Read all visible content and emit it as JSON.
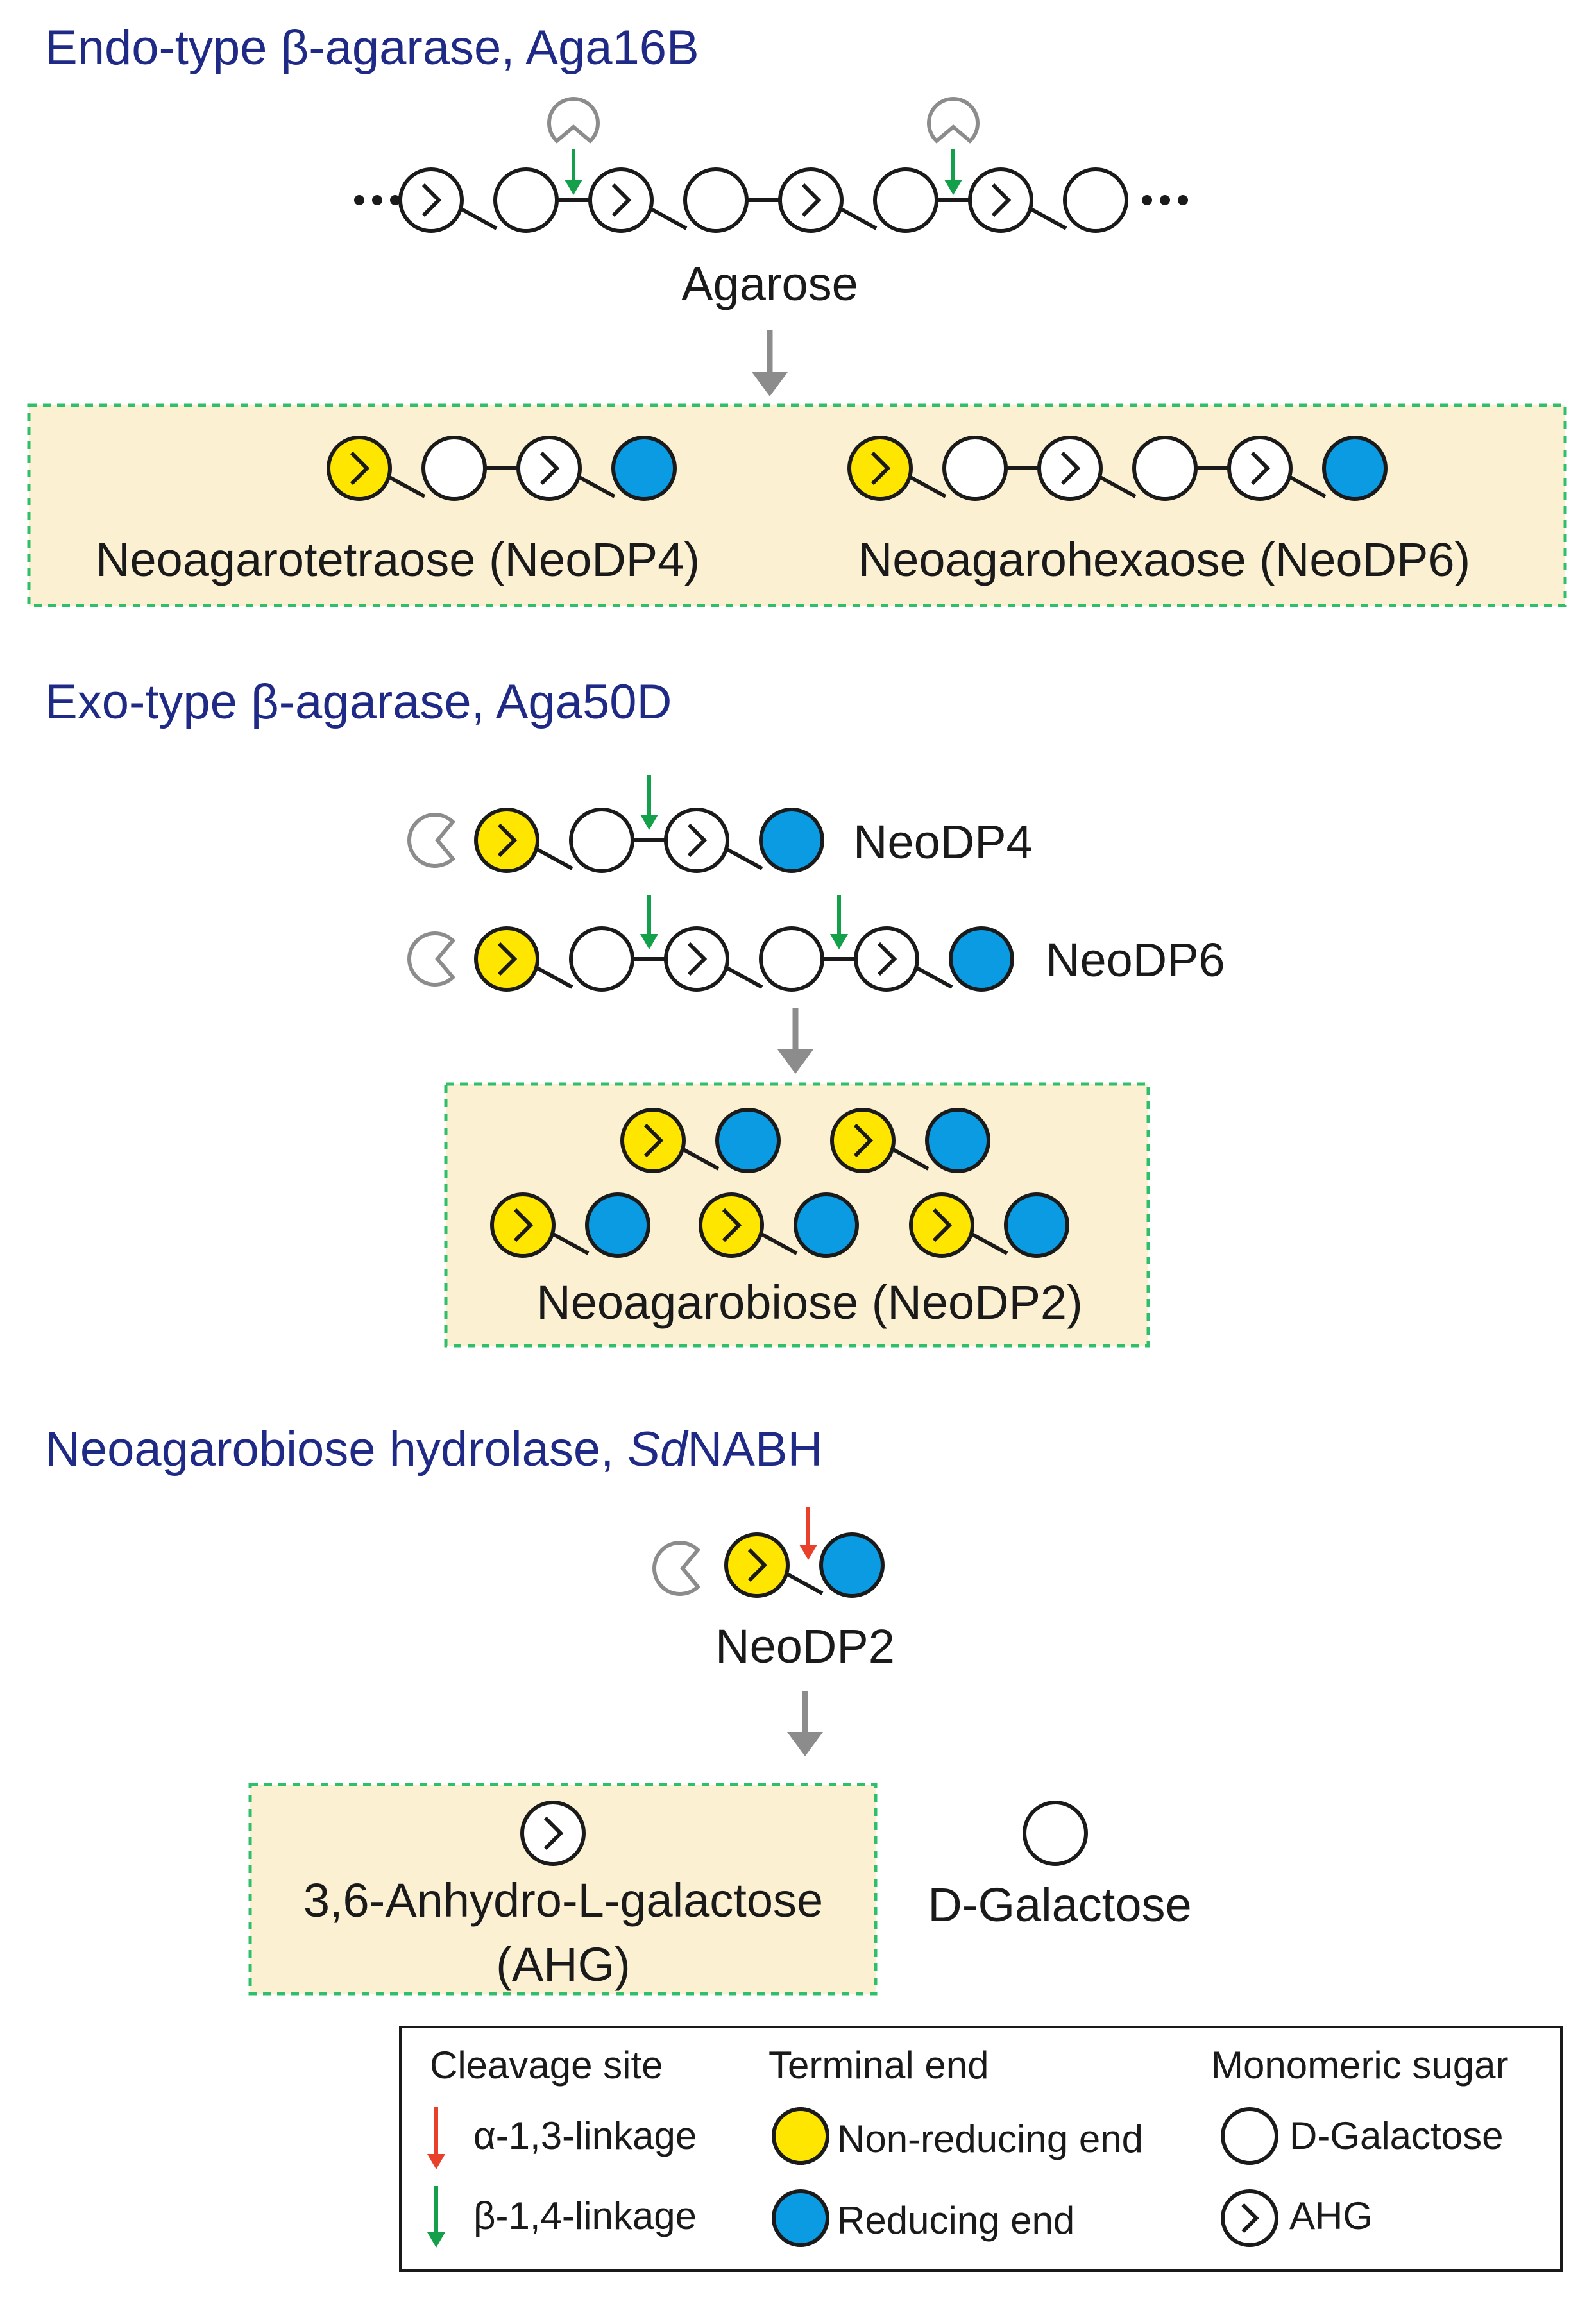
{
  "sections": {
    "endo": {
      "title": "Endo-type β-agarase, Aga16B",
      "substrate_label": "Agarose",
      "products": [
        "Neoagarotetraose (NeoDP4)",
        "Neoagarohexaose (NeoDP6)"
      ]
    },
    "exo": {
      "title": "Exo-type β-agarase, Aga50D",
      "substrates": [
        "NeoDP4",
        "NeoDP6"
      ],
      "product_label": "Neoagarobiose (NeoDP2)"
    },
    "hydrolase": {
      "title_prefix": "Neoagarobiose hydrolase, ",
      "title_italic": "Sd",
      "title_suffix": "NABH",
      "substrate_label": "NeoDP2",
      "product_ahg_line1": "3,6-Anhydro-L-galactose",
      "product_ahg_line2": "(AHG)",
      "product_gal": "D-Galactose"
    }
  },
  "legend": {
    "cleavage_head": "Cleavage site",
    "alpha": "α-1,3-linkage",
    "beta": "β-1,4-linkage",
    "terminal_head": "Terminal end",
    "nonreducing": "Non-reducing end",
    "reducing": "Reducing end",
    "mono_head": "Monomeric sugar",
    "galactose": "D-Galactose",
    "ahg": "AHG"
  },
  "colors": {
    "title": "#1f2a86",
    "non_reducing_end": "#ffe600",
    "reducing_end": "#0a9be3",
    "alpha_arrow": "#e8402a",
    "beta_arrow": "#14a04a",
    "box_fill": "#fbf1d2",
    "box_border": "#2fbf6a",
    "process_arrow": "#8c8c8c"
  }
}
